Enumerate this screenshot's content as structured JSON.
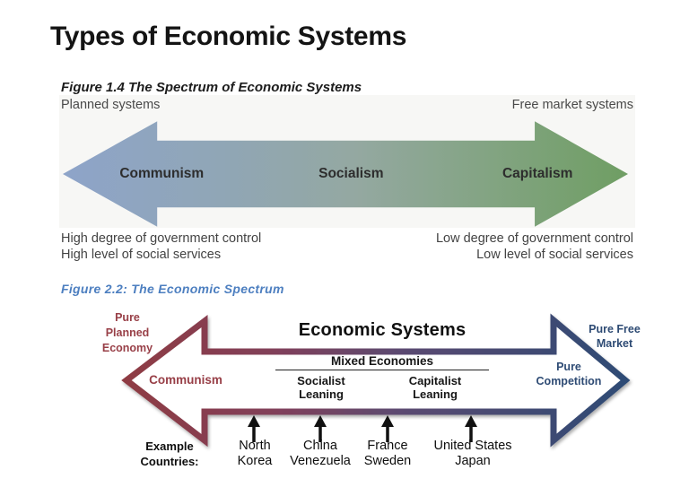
{
  "slide": {
    "title": "Types of Economic Systems"
  },
  "figure1": {
    "caption": "Figure 1.4 The Spectrum of Economic Systems",
    "top_left_label": "Planned systems",
    "top_right_label": "Free market systems",
    "arrow_labels": [
      "Communism",
      "Socialism",
      "Capitalism"
    ],
    "bottom_left_lines": [
      "High degree of government control",
      "High level of social services"
    ],
    "bottom_right_lines": [
      "Low degree of government control",
      "Low level of social services"
    ],
    "colors": {
      "gradient_left": "#8ea4c9",
      "gradient_middle": "#94a8a1",
      "gradient_right": "#6f9e63"
    }
  },
  "figure2": {
    "caption": "Figure 2.2: The Economic Spectrum",
    "title": "Economic Systems",
    "mixed_economies_label": "Mixed Economies",
    "pure_planned": [
      "Pure",
      "Planned",
      "Economy"
    ],
    "communism_label": "Communism",
    "socialist_leaning": [
      "Socialist",
      "Leaning"
    ],
    "capitalist_leaning": [
      "Capitalist",
      "Leaning"
    ],
    "pure_free_market": [
      "Pure Free",
      "Market"
    ],
    "pure_competition": [
      "Pure",
      "Competition"
    ],
    "example_countries": [
      "Example",
      "Countries:"
    ],
    "countries": [
      {
        "lines": [
          "North",
          "Korea"
        ]
      },
      {
        "lines": [
          "China",
          "Venezuela"
        ]
      },
      {
        "lines": [
          "France",
          "Sweden"
        ]
      },
      {
        "lines": [
          "United States",
          "Japan"
        ]
      }
    ],
    "colors": {
      "planned_maroon": "#8e3b43",
      "market_navy": "#2e4b74",
      "caption_blue": "#4d7fc0"
    }
  }
}
